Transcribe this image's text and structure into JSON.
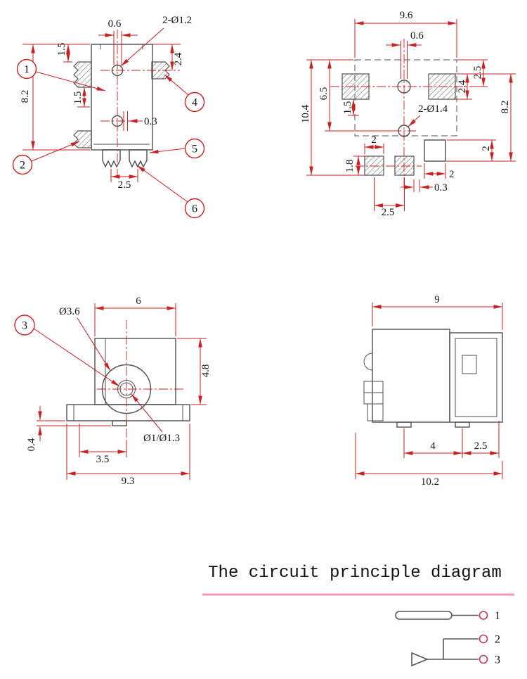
{
  "colors": {
    "part_line": "#4f4f4f",
    "dimension_line": "#c92121",
    "dimension_text": "#141414",
    "underline_pink": "#f394bd",
    "terminal_circle": "#c93a52",
    "background": "#ffffff"
  },
  "front_view": {
    "dims": {
      "hole_offset_top": "0.6",
      "hole_callout": "2-Ø1.2",
      "clip_top": "1.5",
      "right_upper": "2.4",
      "overall_height": "8.2",
      "clip_mid": "1.5",
      "hole_offset_mid": "0.3",
      "prong_pitch": "2.5"
    },
    "balloons": {
      "b1": "1",
      "b2": "2",
      "b4": "4",
      "b5": "5",
      "b6": "6"
    }
  },
  "pcb_view": {
    "dims": {
      "outline_width": "9.6",
      "center_offset": "0.6",
      "pad_height": "2.4",
      "top_to_center": "2.5",
      "center_to_hole": "6.5",
      "overall_height": "10.4",
      "below_pad": "1.5",
      "hole_callout": "2-Ø1.4",
      "right_overall": "8.2",
      "right_pad_height": "2",
      "left_pad_width": "2",
      "pad_depth": "1.8",
      "right_pad_width": "2",
      "pad_gap": "0.3",
      "pad_pitch": "2.5"
    }
  },
  "side_view": {
    "dims": {
      "boss_dia": "Ø3.6",
      "body_width": "6",
      "body_height": "4.8",
      "pin_dia": "Ø1/Ø1.3",
      "foot_height": "0.4",
      "pin_offset": "3.5",
      "base_width": "9.3"
    },
    "balloons": {
      "b3": "3"
    }
  },
  "end_view": {
    "dims": {
      "body_width": "9",
      "foot_pitch": "4",
      "cap_width": "2.5",
      "overall_width": "10.2"
    }
  },
  "circuit": {
    "title": "The circuit principle diagram",
    "pins": {
      "p1": "1",
      "p2": "2",
      "p3": "3"
    }
  }
}
